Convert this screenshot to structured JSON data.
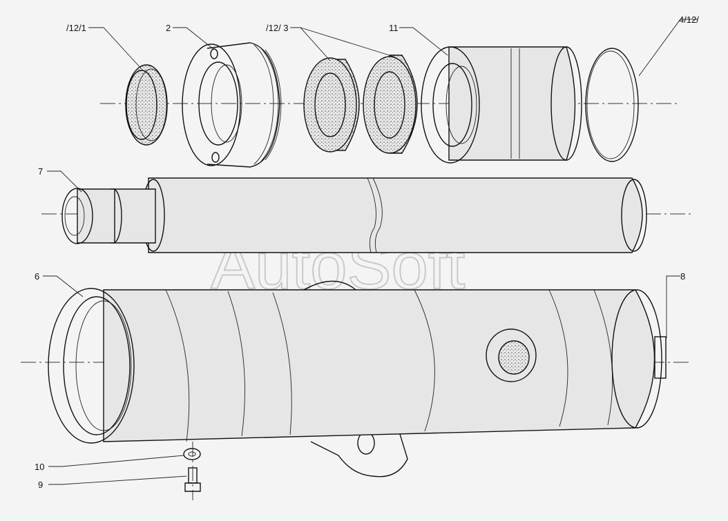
{
  "diagram": {
    "watermark": "AutoSoft",
    "callouts": {
      "c12_1": "/12/1",
      "c2": "2",
      "c12_3": "/12/ 3",
      "c11": "11",
      "c4_12": "4/12/",
      "c7": "7",
      "c6": "6",
      "c8": "8",
      "c10": "10",
      "c9": "9"
    },
    "colors": {
      "line": "#111111",
      "paper": "#f4f4f4",
      "watermark": "#c9c9c9"
    }
  }
}
